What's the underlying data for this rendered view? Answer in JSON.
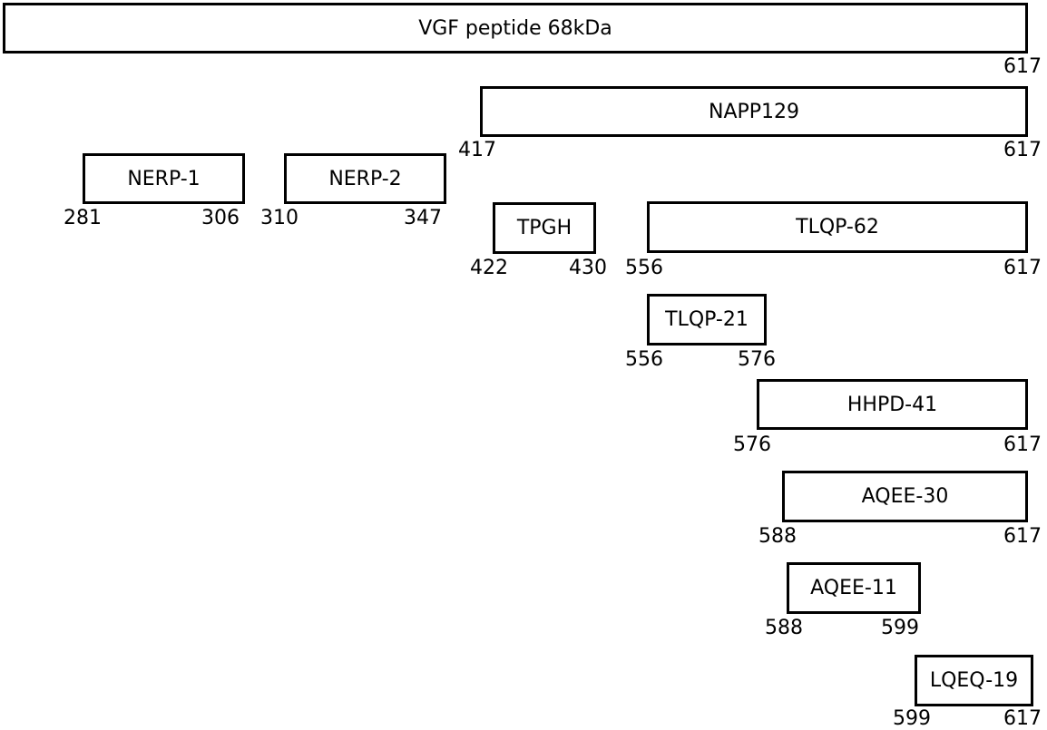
{
  "peptides": [
    {
      "label": "VGF peptide 68kDa",
      "start": "",
      "end": "617"
    },
    {
      "label": "NAPP129",
      "start": "417",
      "end": "617"
    },
    {
      "label": "NERP-1",
      "start": "281",
      "end": "306"
    },
    {
      "label": "NERP-2",
      "start": "310",
      "end": "347"
    },
    {
      "label": "TPGH",
      "start": "422",
      "end": "430"
    },
    {
      "label": "TLQP-62",
      "start": "556",
      "end": "617"
    },
    {
      "label": "TLQP-21",
      "start": "556",
      "end": "576"
    },
    {
      "label": "HHPD-41",
      "start": "576",
      "end": "617"
    },
    {
      "label": "AQEE-30",
      "start": "588",
      "end": "617"
    },
    {
      "label": "AQEE-11",
      "start": "588",
      "end": "599"
    },
    {
      "label": "LQEQ-19",
      "start": "599",
      "end": "617"
    }
  ]
}
